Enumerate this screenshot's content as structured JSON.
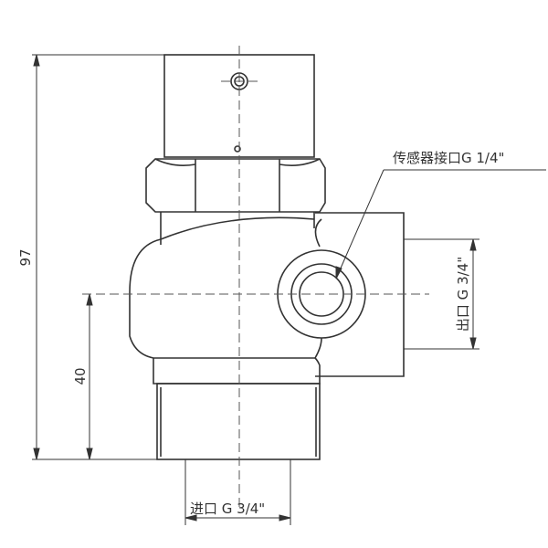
{
  "dimensions": {
    "overall_height": "97",
    "center_height": "40"
  },
  "labels": {
    "sensor_port": "传感器接口G 1/4\"",
    "outlet": "出口 G 3/4\"",
    "inlet": "进口 G 3/4\""
  }
}
